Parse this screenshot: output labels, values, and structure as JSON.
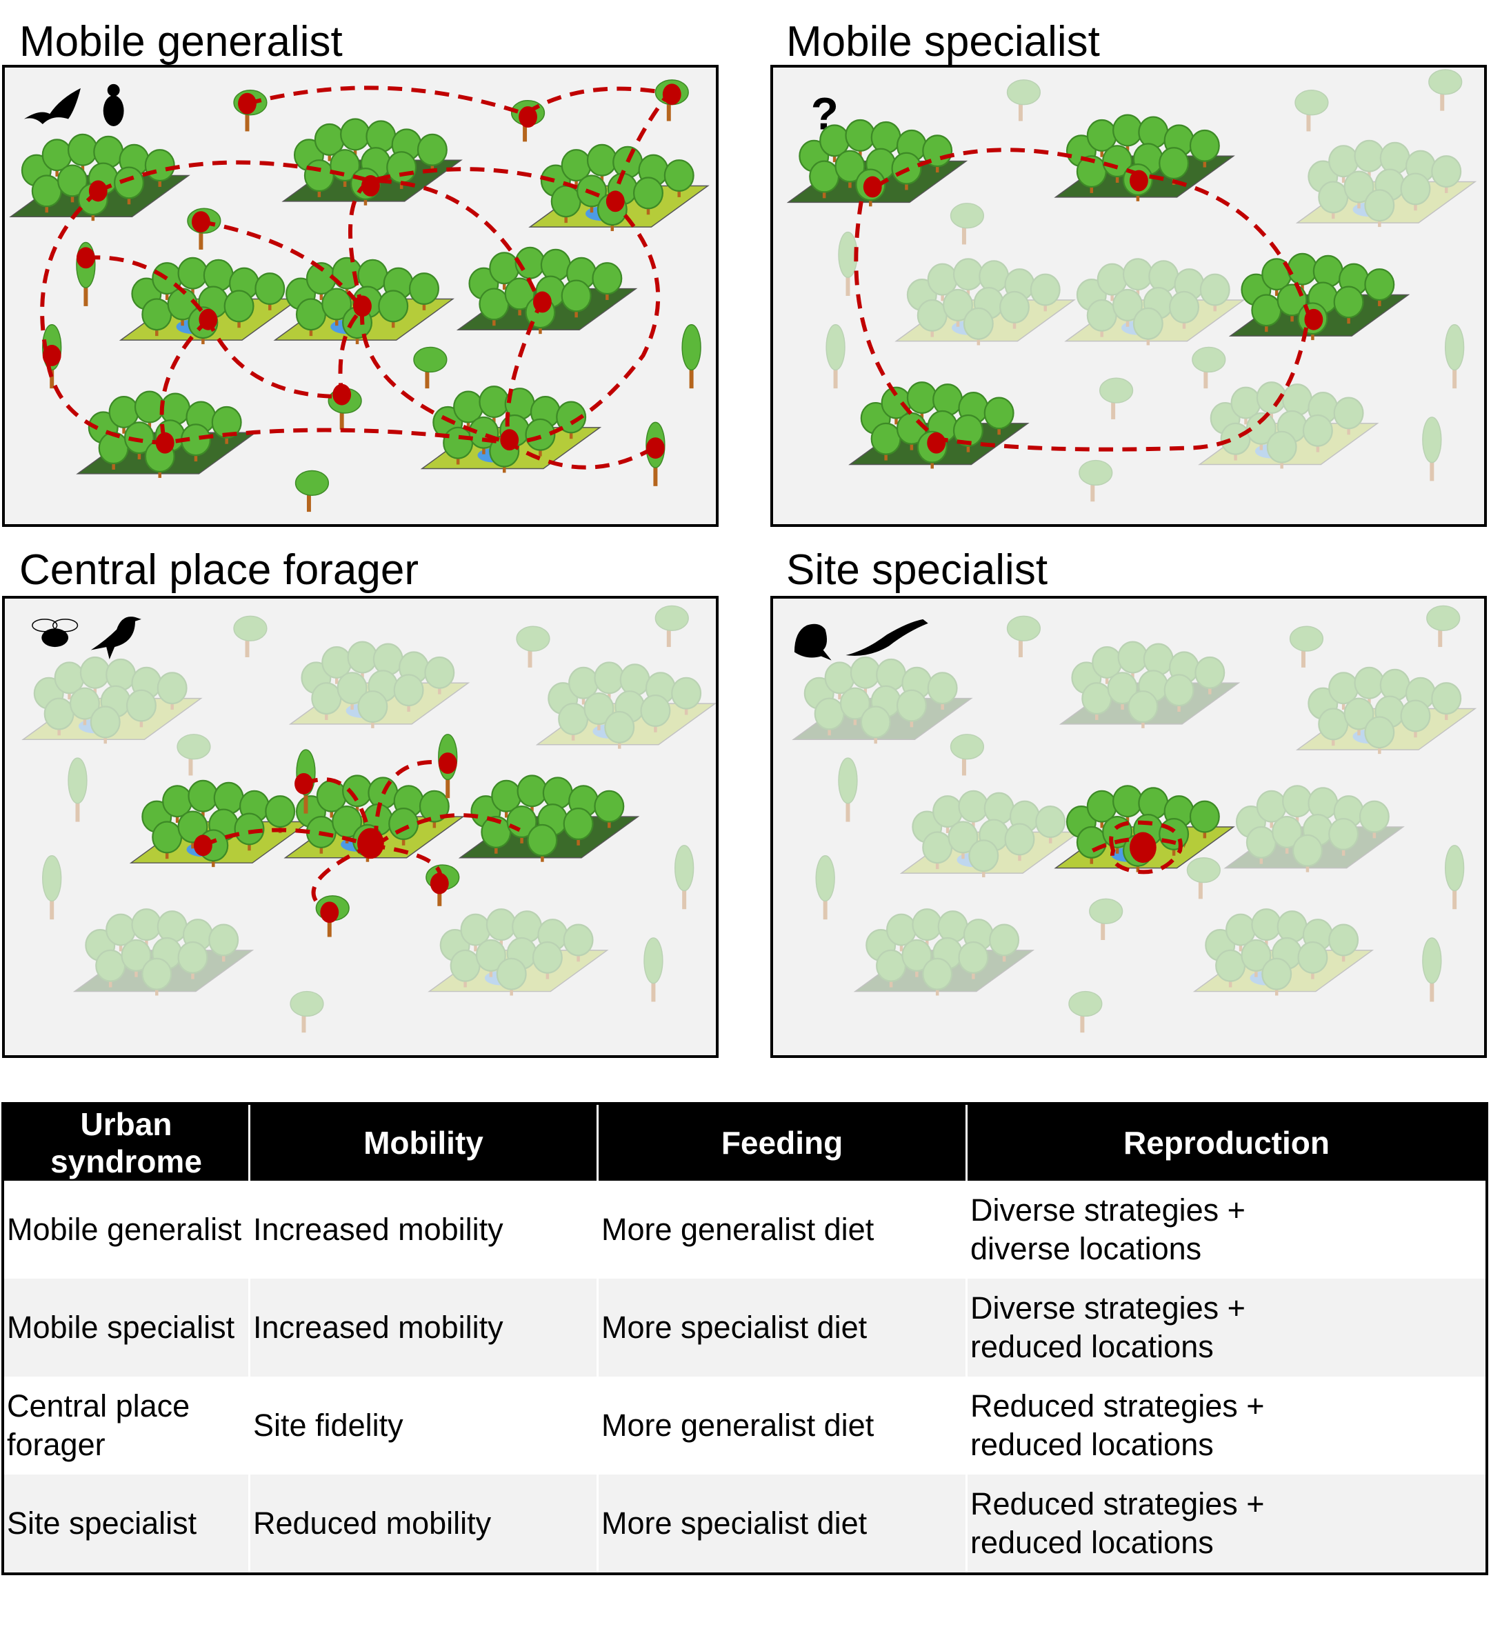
{
  "panels": [
    {
      "title": "Mobile generalist"
    },
    {
      "title": "Mobile specialist",
      "mark": "?"
    },
    {
      "title": "Central place forager"
    },
    {
      "title": "Site specialist"
    }
  ],
  "icons": [
    "bat-icon",
    "beetle-icon",
    "bee-icon",
    "bird-icon",
    "frog-icon",
    "lizard-icon"
  ],
  "colors": {
    "path": "#c00000",
    "dark_patch": "#3b6b2a",
    "light_patch": "#b5cc3a",
    "pond": "#4d9be6",
    "tree": "#5cb83a"
  },
  "table": {
    "headers": [
      "Urban syndrome",
      "Mobility",
      "Feeding",
      "Reproduction"
    ],
    "rows": [
      {
        "syndrome": "Mobile generalist",
        "mobility": "Increased mobility",
        "feeding": "More generalist diet",
        "repro1": "Diverse strategies +",
        "repro2": "diverse locations"
      },
      {
        "syndrome": "Mobile specialist",
        "mobility": "Increased mobility",
        "feeding": "More specialist diet",
        "repro1": "Diverse strategies +",
        "repro2": "reduced locations"
      },
      {
        "syndrome": "Central place forager",
        "mobility": "Site fidelity",
        "feeding": "More generalist diet",
        "repro1": "Reduced strategies +",
        "repro2": "reduced locations"
      },
      {
        "syndrome": "Site specialist",
        "mobility": "Reduced mobility",
        "feeding": "More specialist diet",
        "repro1": "Reduced strategies +",
        "repro2": "reduced locations"
      }
    ]
  }
}
